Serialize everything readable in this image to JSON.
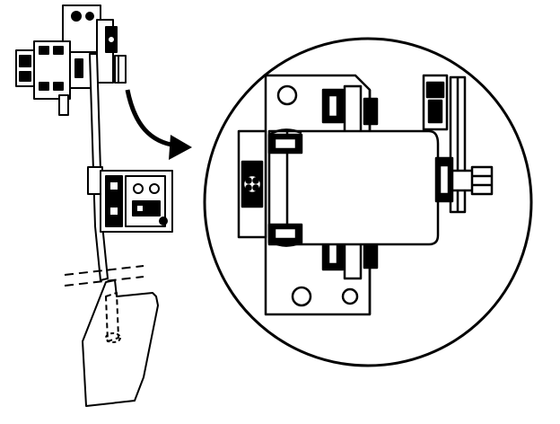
{
  "diagram": {
    "components": [
      "pedal-assembly",
      "pedal-arm",
      "pedal-pad",
      "upper-bracket",
      "position-sensor",
      "detail-callout-arrow",
      "magnified-detail-view",
      "mounting-plate",
      "sensor-housing",
      "connector",
      "pivot-shaft",
      "mounting-nut"
    ],
    "colors": {
      "ink": "#000000",
      "paper": "#ffffff"
    }
  }
}
